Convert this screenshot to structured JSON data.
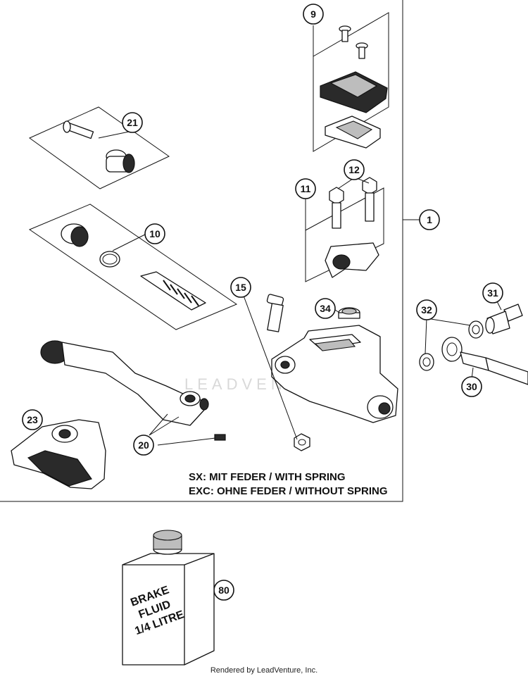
{
  "callouts": {
    "c1": "1",
    "c9": "9",
    "c10": "10",
    "c11": "11",
    "c12": "12",
    "c15": "15",
    "c20": "20",
    "c21": "21",
    "c23": "23",
    "c30": "30",
    "c31": "31",
    "c32": "32",
    "c34": "34",
    "c80": "80"
  },
  "notes": {
    "line1": "SX: MIT FEDER / WITH SPRING",
    "line2": "EXC: OHNE FEDER / WITHOUT SPRING"
  },
  "bottle_label": {
    "line1": "BRAKE",
    "line2": "FLUID",
    "line3": "1/4 LITRE"
  },
  "watermark": "LEADVENTURE",
  "footer": "Rendered by LeadVenture, Inc."
}
